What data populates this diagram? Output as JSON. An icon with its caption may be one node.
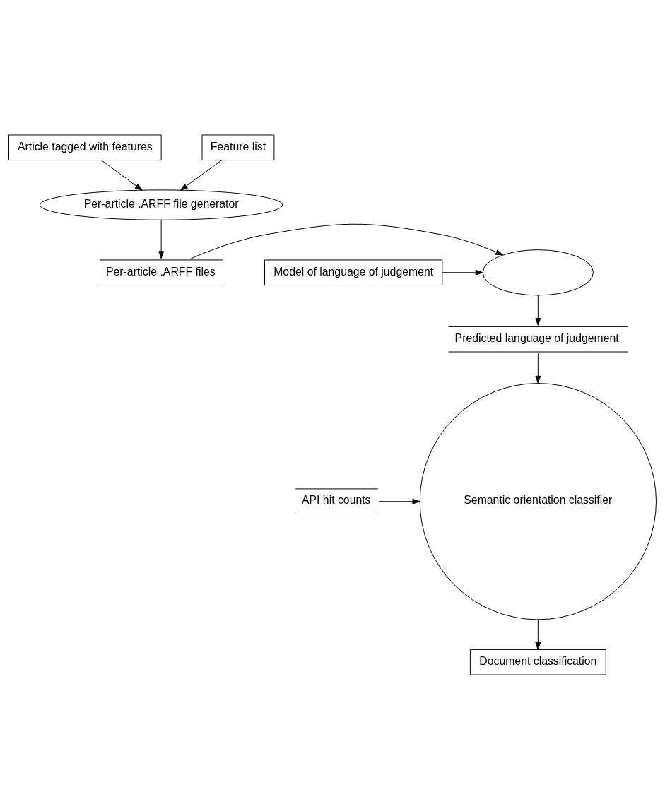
{
  "diagram": {
    "nodes": [
      {
        "text": [
          "Article tagged with features"
        ]
      },
      {
        "text": [
          "Feature list"
        ]
      },
      {
        "text": [
          "Per-article .ARFF file generator"
        ]
      },
      {
        "text": [
          "Per-article .ARFF files"
        ]
      },
      {
        "text": [
          "Model of language of judgement"
        ]
      },
      {
        "text": [],
        "shape": "ellipse"
      },
      {
        "text": [
          "Predicted language of judgement"
        ]
      },
      {
        "text": [
          "Semantic orientation classifier"
        ]
      },
      {
        "text": [
          "API hit counts"
        ]
      },
      {
        "text": [
          "Document classification"
        ]
      }
    ],
    "edges": [
      {
        "from": 0,
        "to": 2,
        "arrow": "to"
      },
      {
        "from": 1,
        "to": 2,
        "arrow": "to"
      },
      {
        "from": 2,
        "to": 3,
        "arrow": "to"
      },
      {
        "from": 3,
        "to": 5,
        "arrow": "to"
      },
      {
        "from": 4,
        "to": 5,
        "arrow": "to"
      },
      {
        "from": 5,
        "to": 6,
        "arrow": "to"
      },
      {
        "from": 6,
        "to": 7,
        "arrow": "to"
      },
      {
        "from": 8,
        "to": 7,
        "arrow": "to"
      },
      {
        "from": 7,
        "to": 9,
        "arrow": "to"
      }
    ]
  }
}
